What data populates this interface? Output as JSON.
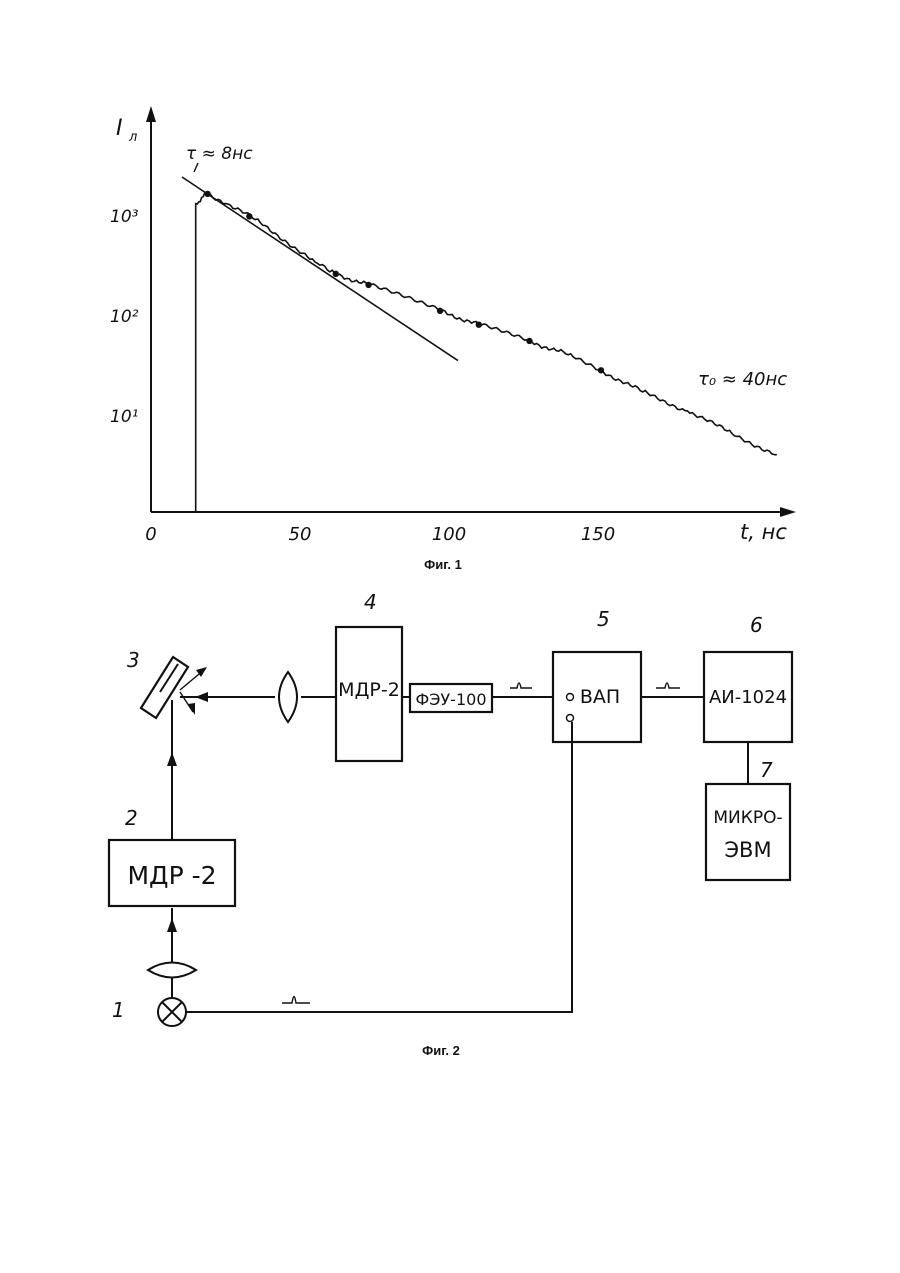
{
  "figure1": {
    "caption": "Фиг. 1",
    "y_axis_label": "I",
    "y_axis_sub": "л",
    "x_axis_label": "t, нс",
    "annotation_tau": "τ ≈ 8нс",
    "annotation_tau0": "τ₀ ≈ 40нс"
  },
  "chart_data": {
    "type": "line",
    "xlabel": "t, нс",
    "ylabel": "Iл",
    "yscale": "log",
    "x_ticks": [
      "0",
      "50",
      "100",
      "150"
    ],
    "y_ticks": [
      "10¹",
      "10²",
      "10³"
    ],
    "series": [
      {
        "name": "",
        "points": [
          [
            15,
            1
          ],
          [
            15,
            1300
          ],
          [
            16,
            1350
          ],
          [
            17,
            1500
          ],
          [
            18,
            1650
          ],
          [
            20,
            1600
          ],
          [
            25,
            1300
          ],
          [
            35,
            900
          ],
          [
            45,
            560
          ],
          [
            55,
            340
          ],
          [
            60,
            270
          ],
          [
            73,
            200
          ],
          [
            85,
            150
          ],
          [
            97,
            110
          ],
          [
            110,
            80
          ],
          [
            127,
            55
          ],
          [
            140,
            40
          ],
          [
            151,
            28
          ],
          [
            165,
            17
          ],
          [
            180,
            11
          ],
          [
            195,
            6.5
          ],
          [
            210,
            4
          ]
        ]
      }
    ],
    "fits": [
      {
        "label": "τ ≈ 8нс",
        "points": [
          [
            10,
            2300
          ],
          [
            103,
            35
          ]
        ]
      },
      {
        "label": "τ₀ ≈ 40нс",
        "points": [
          [
            45,
            560
          ],
          [
            210,
            4
          ]
        ]
      }
    ]
  },
  "figure2": {
    "caption": "Фиг. 2",
    "blocks": {
      "b1": {
        "number": "1"
      },
      "b2": {
        "number": "2",
        "label": "МДР -2"
      },
      "b3": {
        "number": "3"
      },
      "b4": {
        "number": "4",
        "label": "МДР-2"
      },
      "pmt": {
        "label": "ФЭУ-100"
      },
      "b5": {
        "number": "5",
        "label": "ВАП"
      },
      "b6": {
        "number": "6",
        "label": "АИ-1024"
      },
      "b7": {
        "number": "7",
        "label_line1": "МИКРО-",
        "label_line2": "ЭВМ"
      }
    }
  }
}
